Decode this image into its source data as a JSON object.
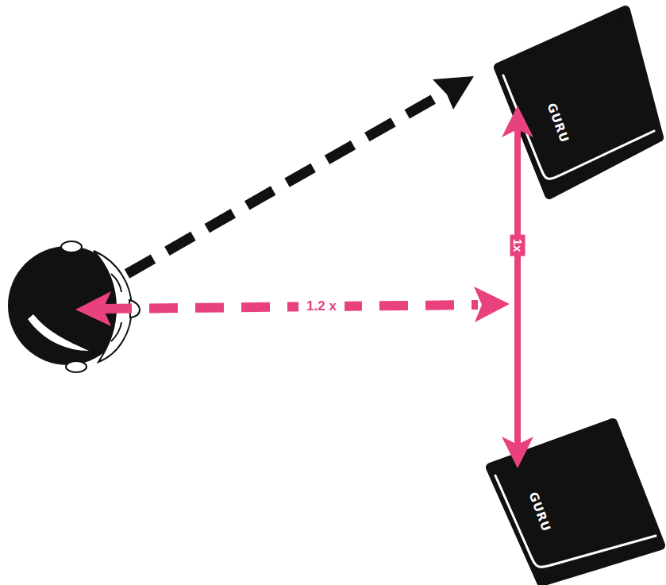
{
  "diagram": {
    "nodes": [
      {
        "text": [
          "GURU"
        ]
      },
      {
        "text": [
          "GURU"
        ]
      }
    ],
    "edges": [
      {
        "from": 0,
        "to": 1,
        "label": "1x",
        "arrow": "both"
      }
    ],
    "labels": [
      "1.2 x"
    ]
  }
}
